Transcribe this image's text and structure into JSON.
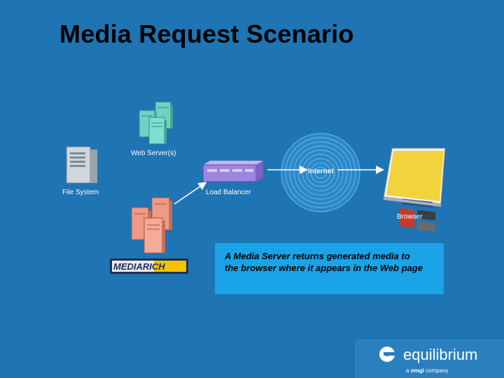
{
  "slide": {
    "title": "Media Request Scenario"
  },
  "diagram": {
    "nodes": {
      "web_servers": "Web Server(s)",
      "file_system": "File System",
      "load_balancer": "Load Balancer",
      "internet": "Internet",
      "browser": "Browser"
    },
    "mediarich_logo": "MEDIARICH"
  },
  "callout": {
    "line1": "A Media Server returns generated media to",
    "line2": "the browser where it appears in the Web page"
  },
  "footer": {
    "company": "equilibrium",
    "tag_prefix": "a",
    "tag_brand": "omgi",
    "tag_suffix": "company"
  },
  "colors": {
    "background": "#1f74b4",
    "callout": "#1aa3e6",
    "web_servers": "#6fd3c4",
    "media_servers": "#ee9a85",
    "load_balancer": "#9d86e0"
  }
}
